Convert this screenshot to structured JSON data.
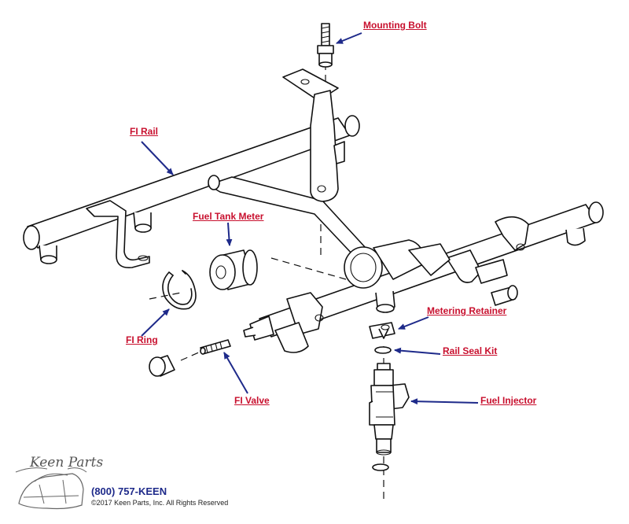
{
  "labels": {
    "mounting_bolt": "Mounting Bolt",
    "fi_rail": "FI Rail",
    "fuel_tank_meter": "Fuel Tank Meter",
    "fi_ring": "FI Ring",
    "fi_valve": "FI Valve",
    "metering_retainer": "Metering Retainer",
    "rail_seal_kit": "Rail Seal Kit",
    "fuel_injector": "Fuel Injector"
  },
  "footer": {
    "logo_text": "Keen Parts",
    "phone": "(800) 757-KEEN",
    "copyright": "©2017 Keen Parts, Inc. All Rights Reserved"
  },
  "colors": {
    "label": "#c8102e",
    "arrow": "#1e2a8a",
    "line": "#111111"
  }
}
